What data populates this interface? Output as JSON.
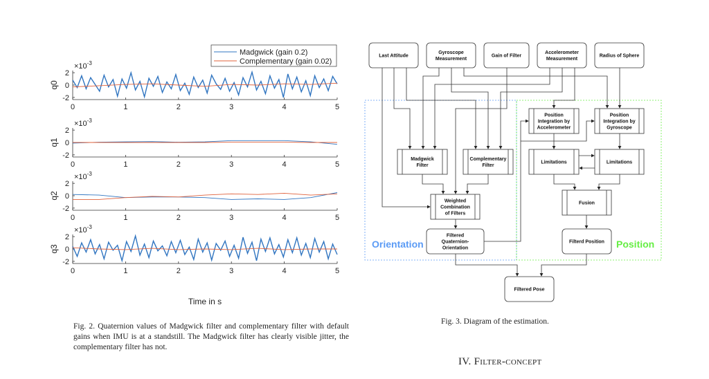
{
  "chart_data": {
    "type": "line",
    "title": "",
    "xlabel": "Time in s",
    "xlim": [
      0,
      5
    ],
    "xticks": [
      "0",
      "1",
      "2",
      "3",
      "4",
      "5"
    ],
    "ylim": [
      -2.35,
      2.35
    ],
    "yticks": [
      "2",
      "0",
      "-2"
    ],
    "y_scale_label": "×10",
    "y_scale_exp": "-3",
    "legend": {
      "placement": "top-right",
      "entries": [
        "Madgwick (gain 0.2)",
        "Complementary (gain 0.02)"
      ]
    },
    "colors": {
      "madgwick": "#2f74c0",
      "complementary": "#e0603a"
    },
    "subplots": [
      {
        "ylabel": "q0",
        "series": [
          {
            "name": "Madgwick (gain 0.2)",
            "values": [
              0.8,
              -0.4,
              1.5,
              -0.6,
              1.2,
              0.1,
              -1.0,
              1.6,
              -0.3,
              0.9,
              -1.8,
              1.0,
              -0.5,
              2.0,
              -0.8,
              0.6,
              -1.9,
              1.1,
              -0.2,
              1.4,
              -1.2,
              0.5,
              -0.6,
              1.7,
              -0.9,
              0.3,
              -1.5,
              1.3,
              -0.4,
              0.8,
              -1.3,
              1.6,
              0.2,
              -0.7,
              1.1,
              -1.0,
              0.4,
              -1.6,
              1.2,
              -0.3,
              2.1,
              -0.8,
              0.6,
              -1.4,
              1.5,
              -0.5,
              0.9,
              -2.0,
              1.8,
              -0.6,
              1.3,
              -1.1,
              0.7,
              -1.7,
              1.5,
              -0.4,
              1.0,
              -0.9,
              1.4,
              0.2
            ]
          },
          {
            "name": "Complementary (gain 0.02)",
            "values": [
              -0.3,
              -0.1,
              0.1,
              0.2,
              0.0,
              -0.2,
              0.1,
              0.0,
              0.2,
              0.1,
              0.3
            ]
          }
        ]
      },
      {
        "ylabel": "q1",
        "series": [
          {
            "name": "Madgwick (gain 0.2)",
            "values": [
              -0.1,
              0.05,
              0.1,
              0.15,
              0.05,
              0.1,
              0.3,
              0.3,
              0.3,
              0.1,
              -0.3
            ]
          },
          {
            "name": "Complementary (gain 0.02)",
            "values": [
              0.0,
              0.0,
              0.0,
              0.0,
              0.0,
              0.0,
              0.05,
              0.05,
              0.05,
              0.0,
              0.0
            ]
          }
        ]
      },
      {
        "ylabel": "q2",
        "series": [
          {
            "name": "Madgwick (gain 0.2)",
            "values": [
              0.2,
              0.1,
              -0.3,
              -0.2,
              -0.2,
              -0.3,
              -0.6,
              -0.5,
              -0.6,
              -0.3,
              0.5
            ]
          },
          {
            "name": "Complementary (gain 0.02)",
            "values": [
              -0.6,
              -0.6,
              -0.3,
              -0.1,
              -0.2,
              0.1,
              0.3,
              0.2,
              0.4,
              0.1,
              0.3
            ]
          }
        ]
      },
      {
        "ylabel": "q3",
        "series": [
          {
            "name": "Madgwick (gain 0.2)",
            "values": [
              0.4,
              -1.2,
              1.0,
              -0.5,
              1.5,
              -0.8,
              0.7,
              -1.6,
              1.1,
              -0.2,
              0.6,
              -1.9,
              1.2,
              -0.4,
              2.1,
              -1.0,
              0.8,
              -1.4,
              1.3,
              -0.3,
              0.5,
              -1.1,
              1.2,
              -0.6,
              1.4,
              -0.9,
              0.3,
              -1.7,
              1.6,
              -0.5,
              1.0,
              -1.8,
              0.9,
              -0.2,
              1.3,
              -1.2,
              0.6,
              -1.5,
              1.9,
              -0.7,
              1.1,
              -1.9,
              1.6,
              -0.4,
              1.8,
              -0.8,
              0.7,
              -1.3,
              1.5,
              -0.6,
              1.8,
              -1.0,
              0.9,
              -1.4,
              1.7,
              -0.5,
              1.2,
              -1.6,
              0.8,
              -0.9
            ]
          },
          {
            "name": "Complementary (gain 0.02)",
            "values": [
              0.2,
              0.0,
              -0.1,
              0.1,
              -0.1,
              0.0,
              -0.1,
              0.1,
              -0.1,
              0.0,
              0.0
            ]
          }
        ]
      }
    ]
  },
  "diagram": {
    "nodes": {
      "last_attitude": [
        "Last Attitude"
      ],
      "gyro": [
        "Gyroscope",
        "Measurement"
      ],
      "gain": [
        "Gain of Filter"
      ],
      "accel": [
        "Accelerometer",
        "Measurement"
      ],
      "radius": [
        "Radius of Sphere"
      ],
      "pos_int_accel": [
        "Position",
        "Integration by",
        "Accelerometer"
      ],
      "pos_int_gyro": [
        "Position",
        "Integration by",
        "Gyroscope"
      ],
      "madgwick": [
        "Madgwick",
        "Filter"
      ],
      "complementary": [
        "Complementary",
        "Filter"
      ],
      "limitations_a": [
        "Limitations"
      ],
      "limitations_b": [
        "Limitations"
      ],
      "weighted": [
        "Weighted",
        "Combination",
        "of Filters"
      ],
      "fusion": [
        "Fusion"
      ],
      "filtered_quat": [
        "Filtered",
        "Quaternion-",
        "Orientation"
      ],
      "filtered_position": [
        "Filterd Position"
      ],
      "filtered_pose": [
        "Filtered Pose"
      ]
    },
    "groups": {
      "orientation": {
        "label": "Orientation",
        "color": "#5b9bf5"
      },
      "position": {
        "label": "Position",
        "color": "#66ee44"
      }
    }
  },
  "captions": {
    "fig2": "Fig. 2.   Quaternion values of Madgwick filter and complementary filter with default gains when IMU is at a standstill. The Madgwick filter has clearly visible jitter, the complementary filter has not.",
    "fig3": "Fig. 3.   Diagram of the estimation."
  },
  "section_heading": "IV. Filter-concept"
}
